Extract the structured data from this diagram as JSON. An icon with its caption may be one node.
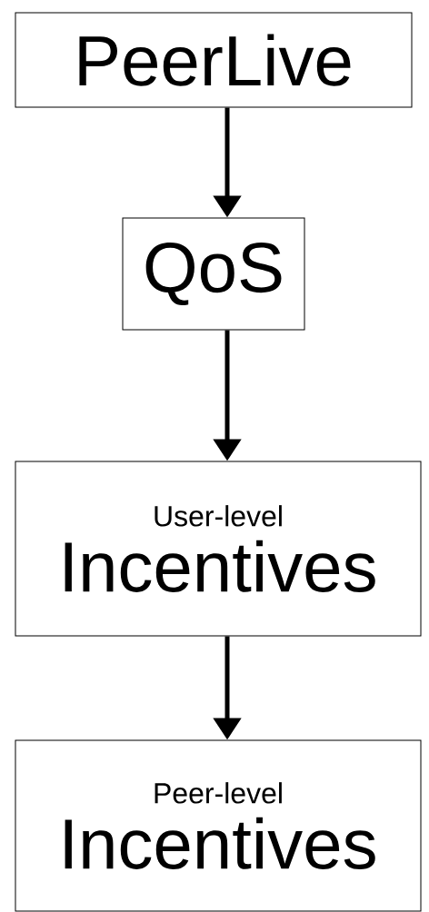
{
  "diagram": {
    "nodes": [
      {
        "text": [
          "PeerLive"
        ]
      },
      {
        "text": [
          "QoS"
        ]
      },
      {
        "text": [
          "User-level",
          "Incentives"
        ]
      },
      {
        "text": [
          "Peer-level",
          "Incentives"
        ]
      }
    ],
    "edges": [
      {
        "from": 0,
        "to": 1,
        "arrow": "to"
      },
      {
        "from": 1,
        "to": 2,
        "arrow": "to"
      },
      {
        "from": 2,
        "to": 3,
        "arrow": "to"
      }
    ]
  }
}
